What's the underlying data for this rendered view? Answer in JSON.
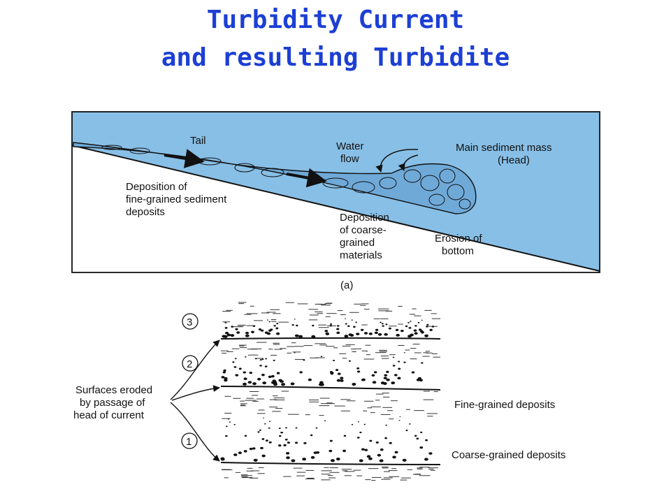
{
  "title": {
    "line1": "Turbidity Current",
    "line2": "and resulting Turbidite"
  },
  "diagram_a": {
    "water_color": "#88bfe6",
    "labels": {
      "tail": "Tail",
      "water_flow_1": "Water",
      "water_flow_2": "flow",
      "head_1": "Main  sediment mass",
      "head_2": "(Head)",
      "fine_1": "Deposition of",
      "fine_2": "fine-grained sediment",
      "fine_3": "deposits",
      "coarse_1": "Deposition",
      "coarse_2": "of coarse-",
      "coarse_3": "grained",
      "coarse_4": "materials",
      "erosion_1": "Erosion of",
      "erosion_2": "bottom"
    },
    "caption": "(a)"
  },
  "diagram_b": {
    "layer_numbers": [
      "3",
      "2",
      "1"
    ],
    "surfaces_1": "Surfaces eroded",
    "surfaces_2": "by passage of",
    "surfaces_3": "head of current",
    "fine_label": "Fine-grained deposits",
    "coarse_label": "Coarse-grained deposits"
  }
}
